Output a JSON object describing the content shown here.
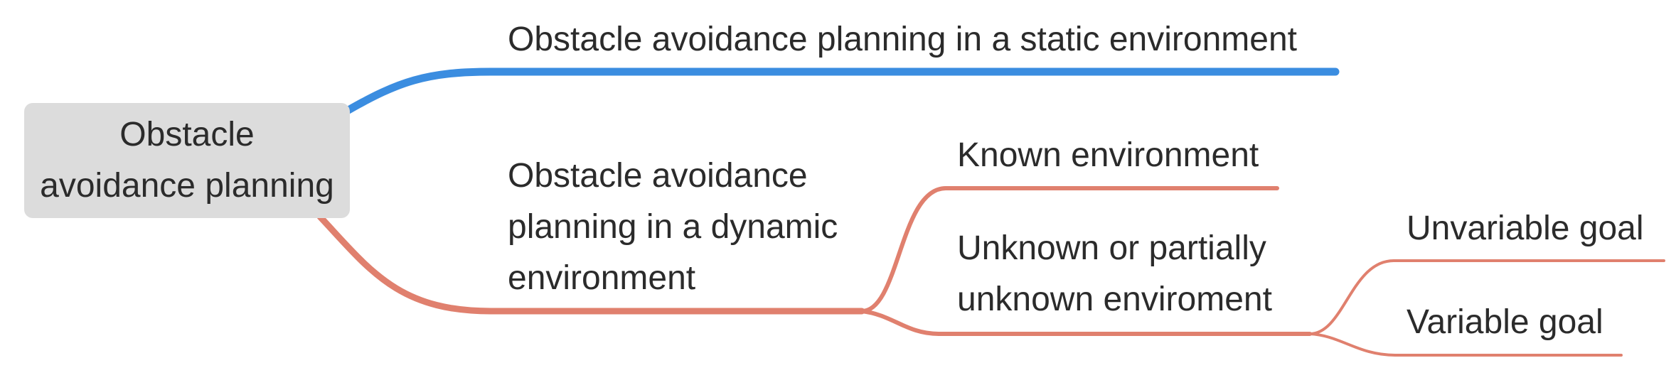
{
  "root": {
    "label_line1": "Obstacle",
    "label_line2": "avoidance planning"
  },
  "branches": [
    {
      "label": "Obstacle avoidance planning in a static environment",
      "color": "#3b8de0",
      "children": []
    },
    {
      "label_lines": [
        "Obstacle avoidance",
        "planning in a dynamic",
        "environment"
      ],
      "color": "#e0806e",
      "children": [
        {
          "label": "Known environment",
          "children": []
        },
        {
          "label_lines": [
            "Unknown or partially",
            "unknown enviroment"
          ],
          "children": [
            {
              "label": "Unvariable goal"
            },
            {
              "label": "Variable goal"
            }
          ]
        }
      ]
    }
  ]
}
